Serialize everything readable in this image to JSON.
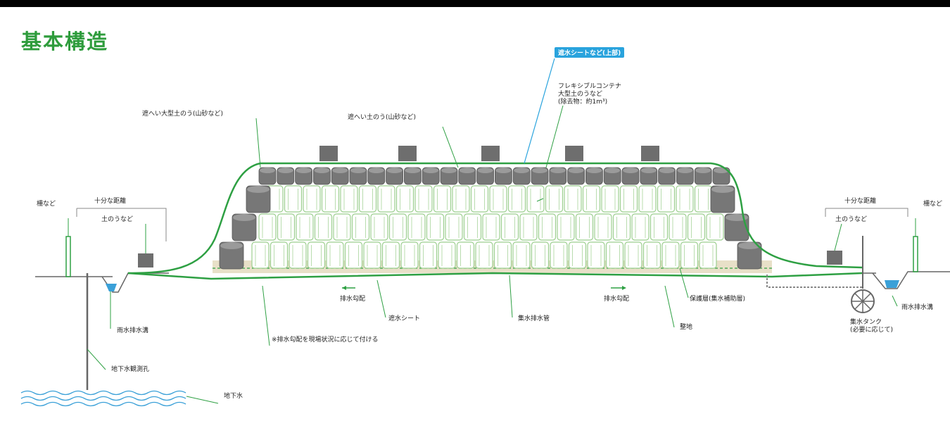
{
  "page_title": "基本構造",
  "callouts": {
    "cover_sheet_top": "遮水シートなど(上部)",
    "flexible_container": "フレキシブルコンテナ\n大型土のうなど\n(除去物：約1m³)",
    "left_large_bags": "遮へい大型土のう(山砂など)",
    "top_bags": "遮へい土のう(山砂など)",
    "fence_left": "柵など",
    "distance_left": "十分な距離",
    "sandbag_left": "土のうなど",
    "fence_right": "柵など",
    "distance_right": "十分な距離",
    "sandbag_right": "土のうなど",
    "drain_slope_left": "排水勾配",
    "drain_slope_right": "排水勾配",
    "waterproof_sheet": "遮水シート",
    "collection_pipe": "集水排水管",
    "protective_layer": "保護層(集水補助層)",
    "graded_ground": "整地",
    "gradient_note": "※排水勾配を現場状況に応じて付ける",
    "rain_ditch_left": "雨水排水溝",
    "rain_ditch_right": "雨水排水溝",
    "monitoring_well": "地下水観測孔",
    "groundwater": "地下水",
    "collection_tank": "集水タンク\n(必要に応じて)"
  },
  "colors": {
    "title": "#2e9c3c",
    "sheet_line": "#2ea043",
    "highlight": "#29a3dd",
    "protective_layer": "#e8e0c8",
    "gray_bag": "#6e6e6e",
    "water": "#3aa0d8"
  }
}
